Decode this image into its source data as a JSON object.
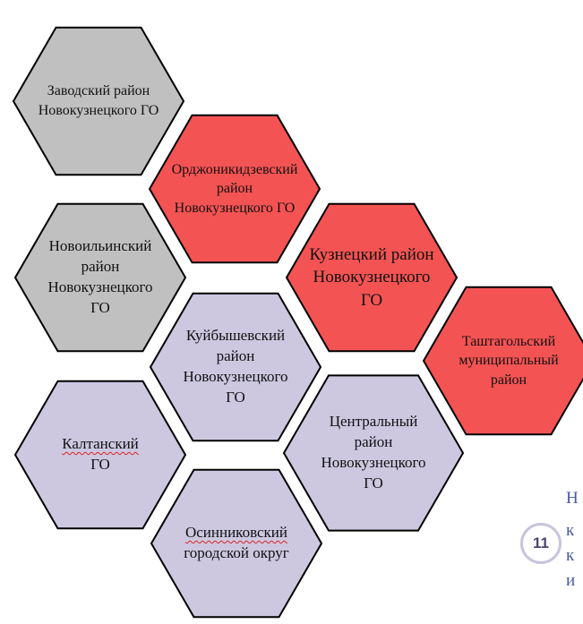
{
  "hexagons": [
    {
      "id": "zavodskoy",
      "fill": "#c0c0c0",
      "lines": [
        "Заводский район",
        "Новокузнецкого ГО"
      ],
      "underline": false
    },
    {
      "id": "ordzhonikidzevsky",
      "fill": "#f45353",
      "lines": [
        "Орджоникидзевский",
        "район",
        "Новокузнецкого ГО"
      ],
      "underline": false
    },
    {
      "id": "novoilinsky",
      "fill": "#c0c0c0",
      "lines": [
        "Новоильинский",
        "район",
        "Новокузнецкого",
        "ГО"
      ],
      "underline": false
    },
    {
      "id": "kuznetsky",
      "fill": "#f45353",
      "lines": [
        "Кузнецкий район",
        "Новокузнецкого",
        "ГО"
      ],
      "underline": false
    },
    {
      "id": "kuibyshevsky",
      "fill": "#cdc8e0",
      "lines": [
        "Куйбышевский",
        "район",
        "Новокузнецкого",
        "ГО"
      ],
      "underline": false
    },
    {
      "id": "tashtagolsky",
      "fill": "#f45353",
      "lines": [
        "Таштагольский",
        "муниципальный",
        "район"
      ],
      "underline": false
    },
    {
      "id": "kaltansky",
      "fill": "#cdc8e0",
      "lines": [
        "Калтанский",
        "ГО"
      ],
      "underline": true
    },
    {
      "id": "tsentralny",
      "fill": "#cdc8e0",
      "lines": [
        "Центральный",
        "район",
        "Новокузнецкого",
        "ГО"
      ],
      "underline": false
    },
    {
      "id": "osinnikovsky",
      "fill": "#cdc8e0",
      "lines": [
        "Осинниковский",
        "городской округ"
      ],
      "underline": true
    }
  ],
  "badge": {
    "number": "11"
  },
  "side_text": [
    "Н",
    "к",
    "к",
    "и"
  ]
}
